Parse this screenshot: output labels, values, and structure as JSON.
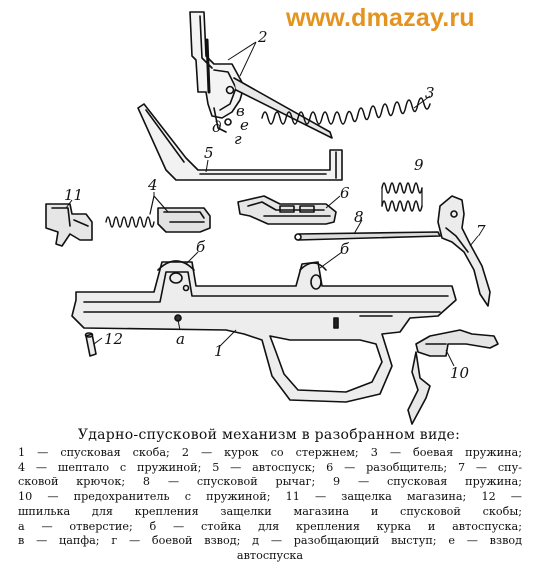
{
  "watermark": "www.dmazay.ru",
  "labels": {
    "l1": "1",
    "l2": "2",
    "l3": "3",
    "l5": "5",
    "l6a": "6",
    "l7": "7",
    "l8": "8",
    "l9": "9",
    "l10": "10",
    "l11": "11",
    "l12": "12",
    "l4": "4",
    "la": "а",
    "lb1": "б",
    "lb2": "б",
    "lv": "в",
    "lg": "г",
    "ld": "д",
    "le": "е"
  },
  "caption": {
    "title": "Ударно-спусковой механизм в разобранном виде:",
    "lines": [
      "1 — спусковая скоба; 2 — курок со стержнем; 3 — боевая пружина;",
      "4 — шептало с пружиной; 5 — автоспуск; 6 — разобщитель; 7 — спу-",
      "сковой крючок; 8 — спусковой рычаг; 9 — спусковая пружина;",
      "10 — предохранитель с пружиной; 11 — защелка магазина; 12 —",
      "шпилька для крепления защелки магазина и спусковой скобы;",
      "а — отверстие; б — стойка для крепления курка и автоспуска;",
      "в — цапфа; г — боевой взвод; д — разобщающий выступ; е — взвод",
      "автоспуска"
    ]
  }
}
